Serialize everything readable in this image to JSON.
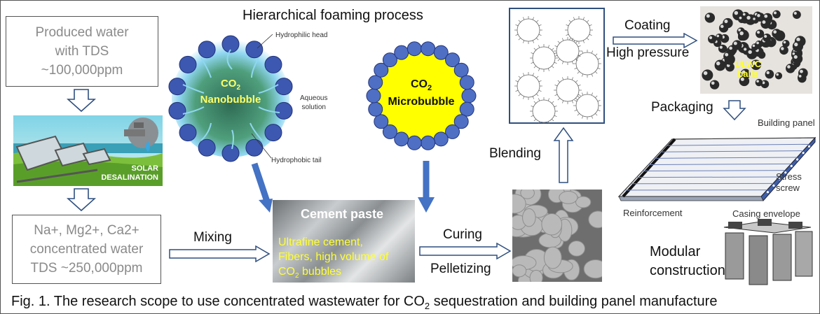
{
  "colors": {
    "nanobubble_core": "#3a7a5a",
    "nanobubble_glow": "#8fd6f0",
    "bead_blue": "#3d58b0",
    "microbubble_core": "#ffff00",
    "arrow_blue": "#4472c4",
    "outline_arrow": "#2f4f7f",
    "highlight_yellow": "#ffff33"
  },
  "left_column": {
    "produced_water": [
      "Produced water",
      "with TDS",
      "~100,000ppm"
    ],
    "solar_labels": [
      "SOLAR",
      "DESALINATION"
    ],
    "concentrated_water": [
      "Na+, Mg2+, Ca2+",
      "concentrated water",
      "TDS ~250,000ppm"
    ]
  },
  "foaming": {
    "title": "Hierarchical foaming process",
    "nanobubble_co2": "CO",
    "nanobubble_sub": "2",
    "nanobubble_name": "Nanobubble",
    "hydrophilic_head": "Hydrophilic head",
    "aqueous_solution": [
      "Aqueous",
      "solution"
    ],
    "hydrophobic_tail": "Hydrophobic tail",
    "microbubble_co2": "CO",
    "microbubble_sub": "2",
    "microbubble_name": "Microbubble"
  },
  "process": {
    "mixing": "Mixing",
    "cement_title": "Cement paste",
    "cement_lines": [
      "Ultrafine cement,",
      "Fibers, high volume of"
    ],
    "cement_last_co": "CO",
    "cement_last_sub": "2",
    "cement_last_rest": " bubbles",
    "curing": "Curing",
    "pelletizing": "Pelletizing",
    "blending": "Blending",
    "coating": "Coating",
    "high_pressure": "High pressure",
    "balls_label": [
      "ULWC",
      "balls"
    ],
    "packaging": "Packaging"
  },
  "panel": {
    "building_panel": "Building panel",
    "stress_screw": [
      "Stress",
      "screw"
    ],
    "reinforcement": "Reinforcement",
    "casing_envelope": "Casing envelope",
    "modular": [
      "Modular",
      "construction"
    ]
  },
  "caption": {
    "before": "Fig. 1. The research scope to use concentrated wastewater for CO",
    "sub": "2",
    "after": " sequestration and building panel manufacture"
  }
}
